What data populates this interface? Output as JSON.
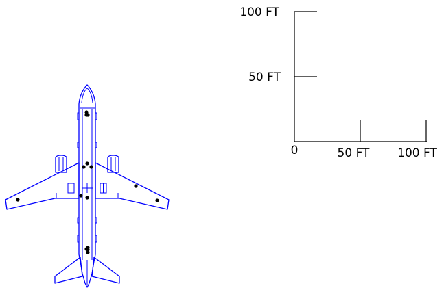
{
  "colors": {
    "airplane_outline": "#0000ff",
    "points": "#000000",
    "scale": "#000000",
    "background": "#ffffff"
  },
  "scale_bar": {
    "vertical_labels": [
      "100 FT",
      "50 FT"
    ],
    "horizontal_labels": [
      "0",
      "50 FT",
      "100 FT"
    ]
  },
  "airplane": {
    "view": "top",
    "marker_count": 15
  }
}
